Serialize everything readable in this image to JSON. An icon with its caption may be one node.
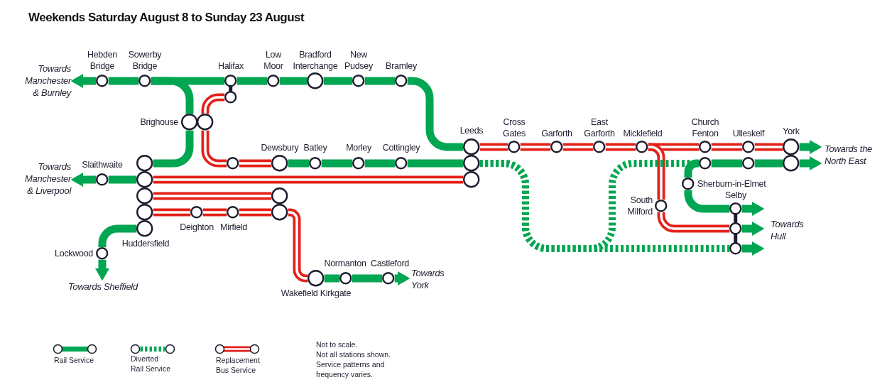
{
  "diagram": {
    "title": "Weekends Saturday August 8 to Sunday 23 August",
    "nodes": [
      {
        "text": [
          "Towards Manchester & Burnley"
        ]
      },
      {
        "text": [
          "Hebden Bridge"
        ]
      },
      {
        "text": [
          "Sowerby Bridge"
        ]
      },
      {
        "text": [
          "Halifax"
        ]
      },
      {
        "text": [
          "Low Moor"
        ]
      },
      {
        "text": [
          "Bradford Interchange"
        ]
      },
      {
        "text": [
          "New Pudsey"
        ]
      },
      {
        "text": [
          "Bramley"
        ]
      },
      {
        "text": [
          "Brighouse"
        ]
      },
      {
        "text": [],
        "shape": "circle"
      },
      {
        "text": [
          "Dewsbury"
        ]
      },
      {
        "text": [
          "Batley"
        ]
      },
      {
        "text": [
          "Morley"
        ]
      },
      {
        "text": [
          "Cottingley"
        ]
      },
      {
        "text": [
          "Towards Manchester & Liverpool"
        ]
      },
      {
        "text": [
          "Slaithwaite"
        ]
      },
      {
        "text": [
          "Huddersfield"
        ]
      },
      {
        "text": [],
        "shape": "circle"
      },
      {
        "text": [
          "Deighton"
        ]
      },
      {
        "text": [
          "Mirfield"
        ]
      },
      {
        "text": [
          "Lockwood"
        ]
      },
      {
        "text": [
          "Towards Sheffield"
        ]
      },
      {
        "text": [
          "Wakefield Kirkgate"
        ]
      },
      {
        "text": [
          "Normanton"
        ]
      },
      {
        "text": [
          "Castleford"
        ]
      },
      {
        "text": [
          "Towards York"
        ]
      },
      {
        "text": [
          "Leeds"
        ]
      },
      {
        "text": [
          "Cross Gates"
        ]
      },
      {
        "text": [
          "Garforth"
        ]
      },
      {
        "text": [
          "East Garforth"
        ]
      },
      {
        "text": [
          "Micklefield"
        ]
      },
      {
        "text": [
          "South Milford"
        ]
      },
      {
        "text": [
          "Church Fenton"
        ]
      },
      {
        "text": [
          "Ulleskelf"
        ]
      },
      {
        "text": [
          "York"
        ]
      },
      {
        "text": [
          "Towards the North East"
        ]
      },
      {
        "text": [
          "Sherburn-in-Elmet"
        ]
      },
      {
        "text": [
          "Selby"
        ]
      },
      {
        "text": [
          "Towards Hull"
        ]
      }
    ],
    "edges": [
      {
        "from": 1,
        "to": 0,
        "arrow": "to"
      },
      {
        "from": 1,
        "to": 2,
        "arrow": "none"
      },
      {
        "from": 2,
        "to": 3,
        "arrow": "none"
      },
      {
        "from": 3,
        "to": 4,
        "arrow": "none"
      },
      {
        "from": 4,
        "to": 5,
        "arrow": "none"
      },
      {
        "from": 5,
        "to": 6,
        "arrow": "none"
      },
      {
        "from": 6,
        "to": 7,
        "arrow": "none"
      },
      {
        "from": 7,
        "to": 26,
        "arrow": "none"
      },
      {
        "from": 2,
        "to": 8,
        "arrow": "none"
      },
      {
        "from": 8,
        "to": 16,
        "arrow": "none"
      },
      {
        "from": 3,
        "to": 8,
        "arrow": "none",
        "color": "#e32119"
      },
      {
        "from": 8,
        "to": 9,
        "arrow": "none",
        "color": "#e32119"
      },
      {
        "from": 9,
        "to": 10,
        "arrow": "none",
        "color": "#e32119"
      },
      {
        "from": 10,
        "to": 11,
        "arrow": "none"
      },
      {
        "from": 11,
        "to": 12,
        "arrow": "none"
      },
      {
        "from": 12,
        "to": 13,
        "arrow": "none"
      },
      {
        "from": 13,
        "to": 26,
        "arrow": "none"
      },
      {
        "from": 15,
        "to": 14,
        "arrow": "to"
      },
      {
        "from": 15,
        "to": 16,
        "arrow": "none"
      },
      {
        "from": 16,
        "to": 26,
        "arrow": "none",
        "color": "#e32119"
      },
      {
        "from": 16,
        "to": 17,
        "arrow": "none",
        "color": "#e32119"
      },
      {
        "from": 16,
        "to": 18,
        "arrow": "none",
        "color": "#e32119"
      },
      {
        "from": 18,
        "to": 19,
        "arrow": "none",
        "color": "#e32119"
      },
      {
        "from": 19,
        "to": 17,
        "arrow": "none",
        "color": "#e32119"
      },
      {
        "from": 17,
        "to": 22,
        "arrow": "none",
        "color": "#e32119"
      },
      {
        "from": 22,
        "to": 23,
        "arrow": "none"
      },
      {
        "from": 23,
        "to": 24,
        "arrow": "none"
      },
      {
        "from": 24,
        "to": 25,
        "arrow": "to"
      },
      {
        "from": 16,
        "to": 20,
        "arrow": "none"
      },
      {
        "from": 20,
        "to": 21,
        "arrow": "to"
      },
      {
        "from": 26,
        "to": 27,
        "arrow": "none",
        "color": "#e32119"
      },
      {
        "from": 27,
        "to": 28,
        "arrow": "none",
        "color": "#e32119"
      },
      {
        "from": 28,
        "to": 29,
        "arrow": "none",
        "color": "#e32119"
      },
      {
        "from": 29,
        "to": 30,
        "arrow": "none",
        "color": "#e32119"
      },
      {
        "from": 30,
        "to": 32,
        "arrow": "none",
        "color": "#e32119"
      },
      {
        "from": 32,
        "to": 33,
        "arrow": "none",
        "color": "#e32119"
      },
      {
        "from": 33,
        "to": 34,
        "arrow": "none",
        "color": "#e32119"
      },
      {
        "from": 34,
        "to": 35,
        "arrow": "to"
      },
      {
        "from": 30,
        "to": 31,
        "arrow": "none",
        "color": "#e32119"
      },
      {
        "from": 31,
        "to": 37,
        "arrow": "none",
        "color": "#e32119"
      },
      {
        "from": 26,
        "to": 32,
        "arrow": "none",
        "style": "dashed"
      },
      {
        "from": 26,
        "to": 37,
        "arrow": "none",
        "style": "dashed"
      },
      {
        "from": 32,
        "to": 33,
        "arrow": "none"
      },
      {
        "from": 33,
        "to": 34,
        "arrow": "none"
      },
      {
        "from": 34,
        "to": 35,
        "arrow": "to"
      },
      {
        "from": 32,
        "to": 36,
        "arrow": "none"
      },
      {
        "from": 36,
        "to": 37,
        "arrow": "none"
      },
      {
        "from": 37,
        "to": 38,
        "arrow": "to"
      },
      {
        "from": 37,
        "to": 38,
        "arrow": "to"
      },
      {
        "from": 37,
        "to": 38,
        "arrow": "to"
      }
    ],
    "labels": [
      "Not to scale.",
      "Not all stations shown.",
      "Service patterns and frequency varies."
    ],
    "legend": [
      {
        "text": "Rail Service"
      },
      {
        "text": "Diverted Rail Service"
      },
      {
        "text": "Replacement Bus Service"
      }
    ]
  }
}
